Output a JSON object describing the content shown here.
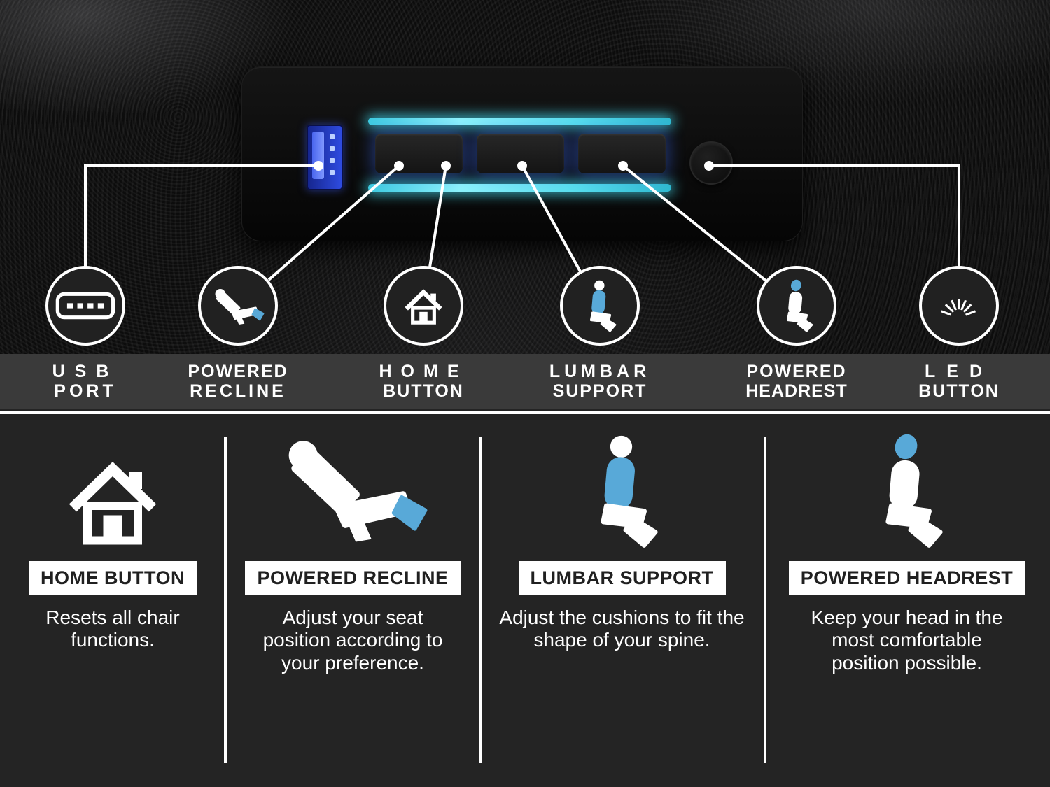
{
  "colors": {
    "led_cyan": "#55dcec",
    "usb_blue": "#2e4be0",
    "icon_blue": "#58a9d8",
    "band_bg": "#3a3a3a",
    "bottom_bg": "#242424",
    "panel_bg": "#0b0b0b",
    "callout_circle_bg": "#212121",
    "white": "#ffffff",
    "text_dark": "#202020"
  },
  "callouts": [
    {
      "line1": "USB",
      "line2": "PORT",
      "icon": "usb-port-icon"
    },
    {
      "line1": "POWERED",
      "line2": "RECLINE",
      "icon": "recline-chair-icon"
    },
    {
      "line1": "HOME",
      "line2": "BUTTON",
      "icon": "home-icon"
    },
    {
      "line1": "LUMBAR",
      "line2": "SUPPORT",
      "icon": "lumbar-seat-icon"
    },
    {
      "line1": "POWERED",
      "line2": "HEADREST",
      "icon": "headrest-seat-icon"
    },
    {
      "line1": "LED",
      "line2": "BUTTON",
      "icon": "led-rays-icon"
    }
  ],
  "features": [
    {
      "title": "HOME BUTTON",
      "description": "Resets all chair functions.",
      "icon": "home-icon"
    },
    {
      "title": "POWERED RECLINE",
      "description": "Adjust your seat position according to your preference.",
      "icon": "recline-chair-icon"
    },
    {
      "title": "LUMBAR SUPPORT",
      "description": "Adjust the cushions to fit the shape of your spine.",
      "icon": "lumbar-seat-icon"
    },
    {
      "title": "POWERED HEADREST",
      "description": "Keep your head in the most comfortable position possible.",
      "icon": "headrest-seat-icon"
    }
  ]
}
